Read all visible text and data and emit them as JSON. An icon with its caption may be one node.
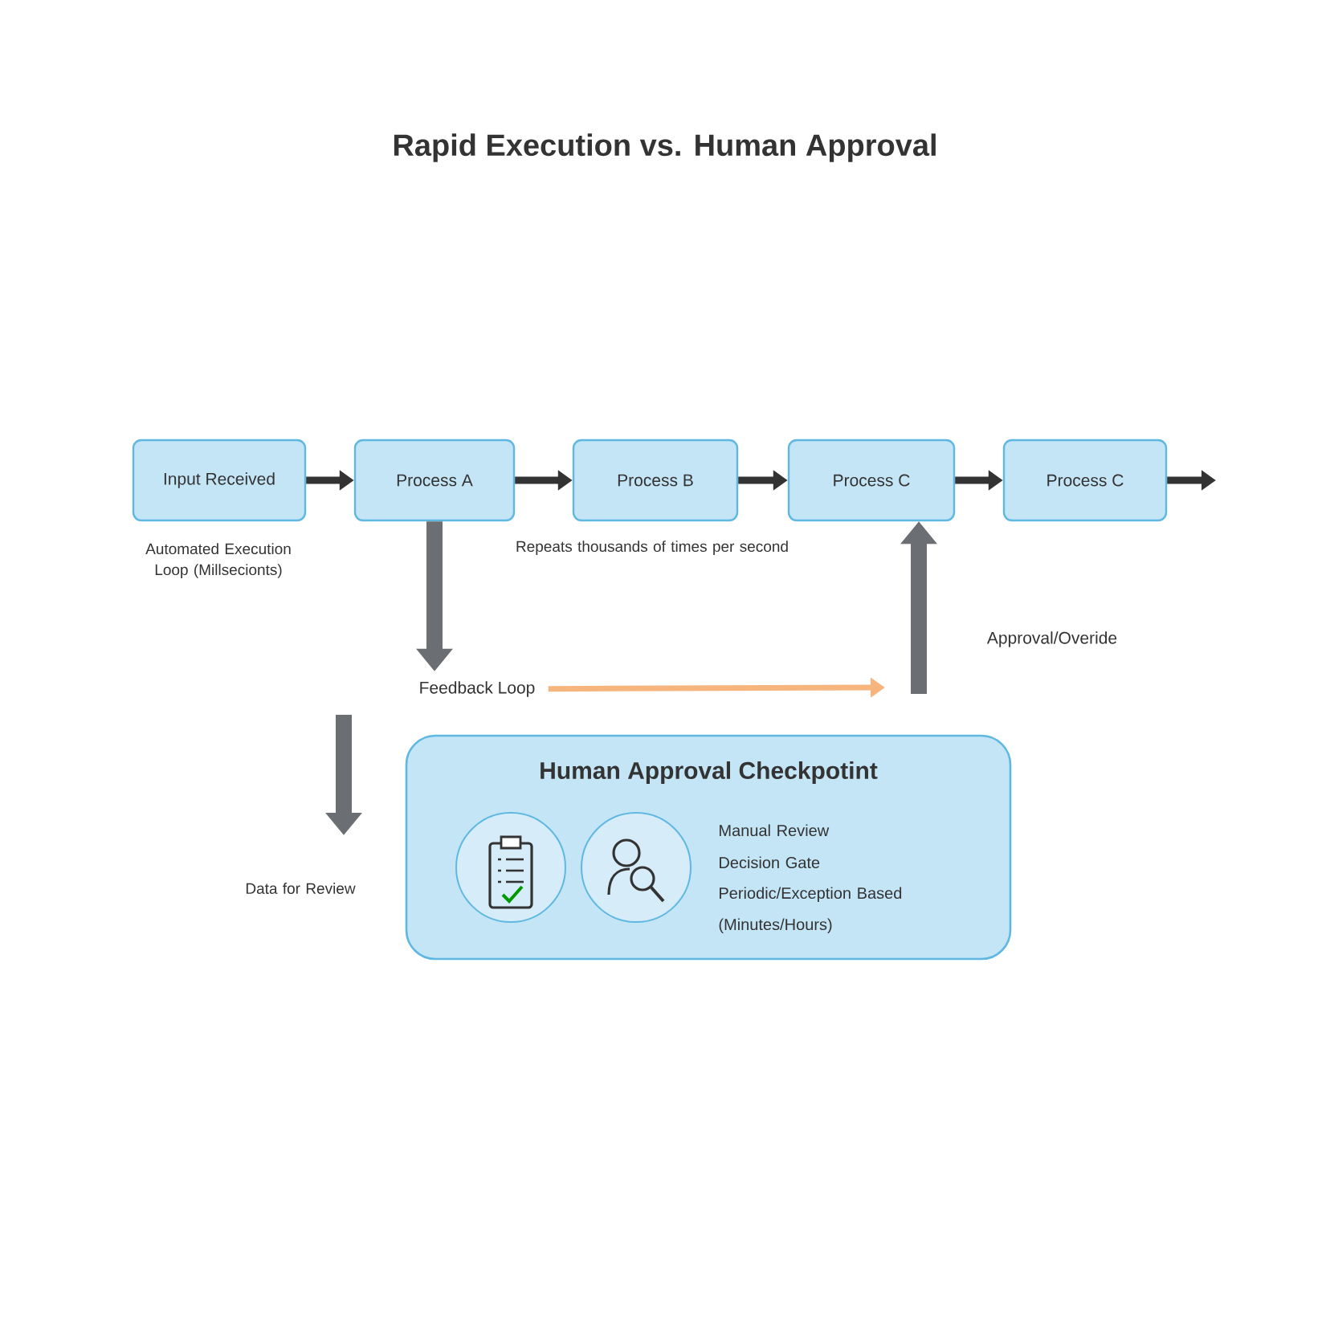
{
  "diagram": {
    "title": "Rapid Execution vs. Human Approval",
    "nodes": [
      {
        "text": [
          "Input Received"
        ]
      },
      {
        "text": [
          "Process A"
        ]
      },
      {
        "text": [
          "Process B"
        ]
      },
      {
        "text": [
          "Process C"
        ]
      },
      {
        "text": [
          "Process C"
        ]
      },
      {
        "text": [
          "Human Approval Checkpotint",
          "Manual Review",
          "Decision Gate",
          "Periodic/Exception Based (Minutes/Hours)"
        ]
      },
      {
        "text": [
          "Feedback Loop"
        ]
      }
    ],
    "edges": [
      {
        "from": 0,
        "to": 1,
        "arrow": "to"
      },
      {
        "from": 1,
        "to": 2,
        "arrow": "to"
      },
      {
        "from": 2,
        "to": 3,
        "arrow": "to"
      },
      {
        "from": 3,
        "to": 4,
        "arrow": "to"
      },
      {
        "from": 4,
        "to": null,
        "arrow": "to"
      },
      {
        "from": 1,
        "to": 6,
        "arrow": "to",
        "style": "thick",
        "color": "#6b6e72"
      },
      {
        "from": null,
        "to": 3,
        "arrow": "to",
        "label": "Approval/Overide",
        "style": "thick",
        "color": "#6b6e72"
      },
      {
        "from": 6,
        "to": null,
        "arrow": "to",
        "color": "#f7b57e"
      }
    ],
    "labels": [
      "Automated Execution Loop (Millsecionts)",
      "Repeats thousands of times per second",
      "Data for Review"
    ]
  }
}
